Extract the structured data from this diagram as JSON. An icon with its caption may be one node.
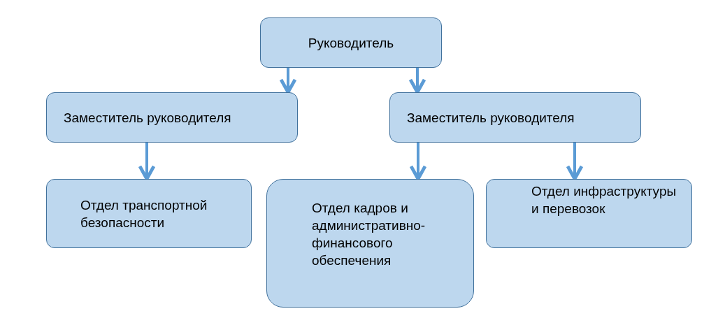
{
  "diagram": {
    "nodes": [
      {
        "text": [
          "Руководитель"
        ]
      },
      {
        "text": [
          "Заместитель руководителя"
        ]
      },
      {
        "text": [
          "Заместитель руководителя"
        ]
      },
      {
        "text": [
          "Отдел транспортной безопасности"
        ]
      },
      {
        "text": [
          "Отдел кадров и административно-финансового обеспечения"
        ]
      },
      {
        "text": [
          "Отдел инфраструктуры и перевозок"
        ]
      }
    ],
    "edges": [
      {
        "from": 0,
        "to": 1,
        "arrow": "to"
      },
      {
        "from": 0,
        "to": 2,
        "arrow": "to"
      },
      {
        "from": 1,
        "to": 3,
        "arrow": "to"
      },
      {
        "from": 2,
        "to": 4,
        "arrow": "to"
      },
      {
        "from": 2,
        "to": 5,
        "arrow": "to"
      }
    ]
  }
}
